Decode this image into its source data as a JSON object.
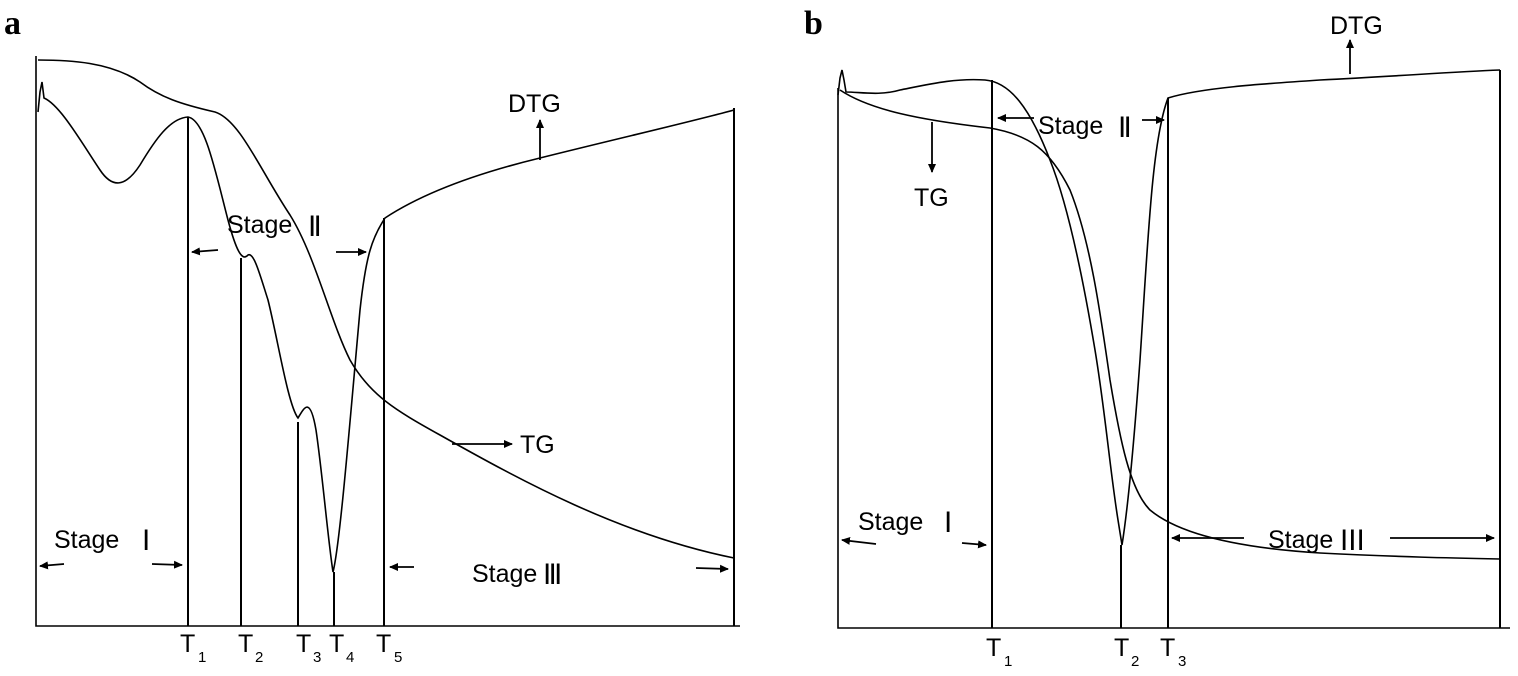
{
  "chart_data": [
    {
      "panel": "a",
      "type": "line",
      "series": [
        {
          "name": "TG"
        },
        {
          "name": "DTG"
        }
      ],
      "markers": [
        "T",
        "T",
        "T",
        "T",
        "T"
      ],
      "marker_subscripts": [
        "1",
        "2",
        "3",
        "4",
        "5"
      ],
      "stages": [
        {
          "label": "Stage",
          "numeral": "Ⅰ"
        },
        {
          "label": "Stage",
          "numeral": "Ⅱ"
        },
        {
          "label": "Stage",
          "numeral": "Ⅲ"
        }
      ],
      "grid": false
    },
    {
      "panel": "b",
      "type": "line",
      "series": [
        {
          "name": "TG"
        },
        {
          "name": "DTG"
        }
      ],
      "markers": [
        "T",
        "T",
        "T"
      ],
      "marker_subscripts": [
        "1",
        "2",
        "3"
      ],
      "stages": [
        {
          "label": "Stage",
          "numeral": "Ⅰ"
        },
        {
          "label": "Stage",
          "numeral": "Ⅱ"
        },
        {
          "label": "Stage",
          "numeral": "ⅠⅠⅠ"
        }
      ],
      "grid": false
    }
  ]
}
